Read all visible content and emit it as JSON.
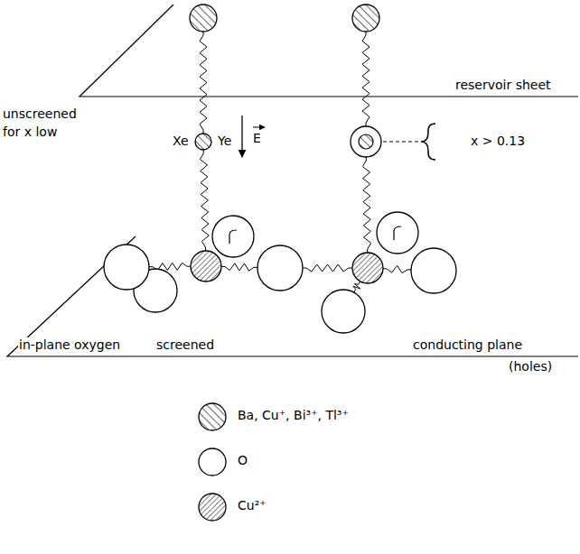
{
  "diagram": {
    "labels": [
      "reservoir sheet",
      "unscreened",
      "for x low",
      "Xe",
      "Ye",
      "E",
      "x > 0.13",
      "in-plane oxygen",
      "screened",
      "conducting plane",
      "(holes)"
    ],
    "legend": [
      {
        "text": "Ba, Cu⁺, Bi³⁺, Tl³⁺"
      },
      {
        "text": "O"
      },
      {
        "text": "Cu²⁺"
      }
    ]
  }
}
